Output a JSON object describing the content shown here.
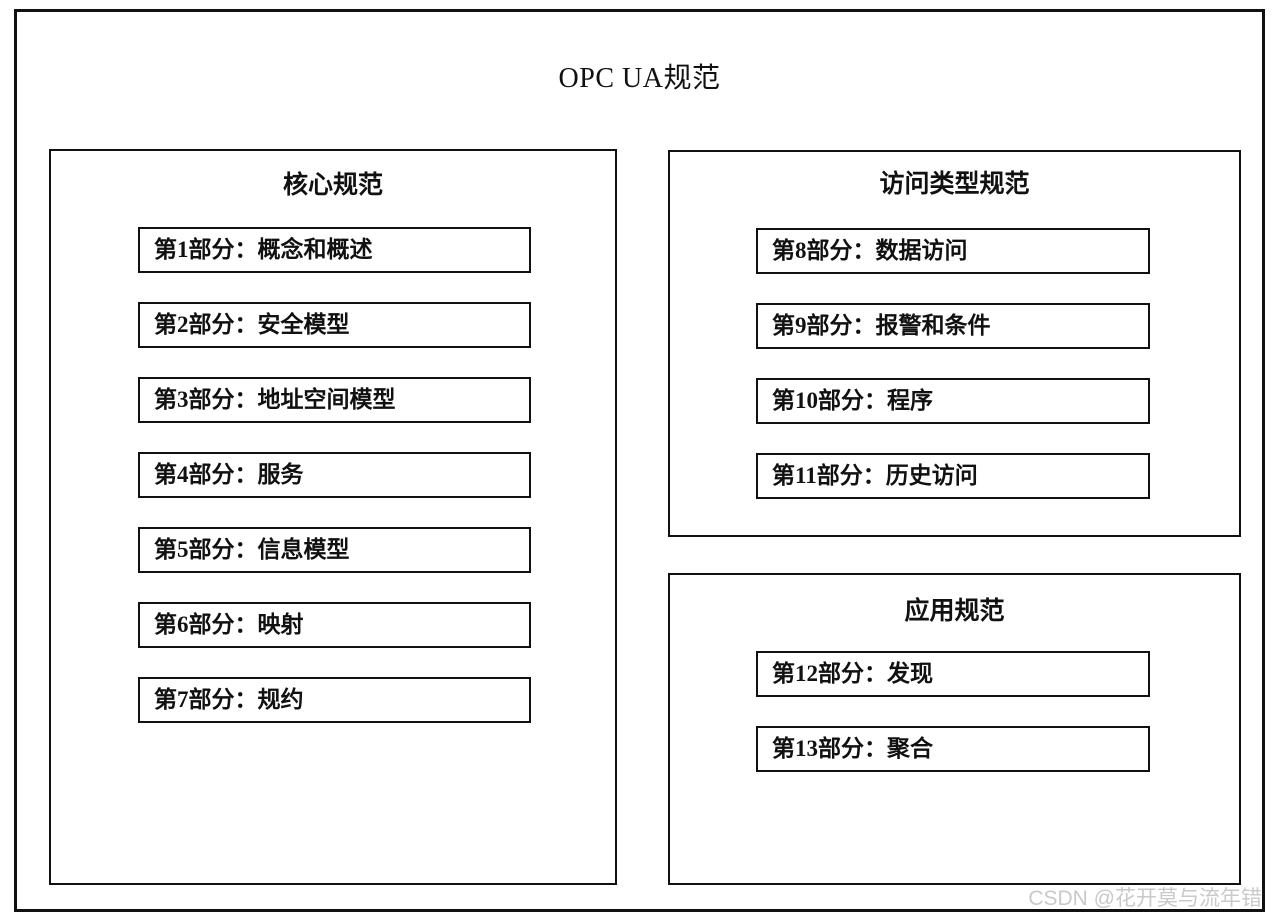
{
  "diagram": {
    "title": "OPC UA规范",
    "watermark": "CSDN @花开莫与流年错",
    "border_color": "#111111",
    "background_color": "#ffffff"
  },
  "groups": {
    "core": {
      "title": "核心规范",
      "items": [
        {
          "label": "第1部分：概念和概述"
        },
        {
          "label": "第2部分：安全模型"
        },
        {
          "label": "第3部分：地址空间模型"
        },
        {
          "label": "第4部分：服务"
        },
        {
          "label": "第5部分：信息模型"
        },
        {
          "label": "第6部分：映射"
        },
        {
          "label": "第7部分：规约"
        }
      ]
    },
    "access": {
      "title": "访问类型规范",
      "items": [
        {
          "label": "第8部分：数据访问"
        },
        {
          "label": "第9部分：报警和条件"
        },
        {
          "label": "第10部分：程序"
        },
        {
          "label": "第11部分：历史访问"
        }
      ]
    },
    "application": {
      "title": "应用规范",
      "items": [
        {
          "label": "第12部分：发现"
        },
        {
          "label": "第13部分：聚合"
        }
      ]
    }
  }
}
